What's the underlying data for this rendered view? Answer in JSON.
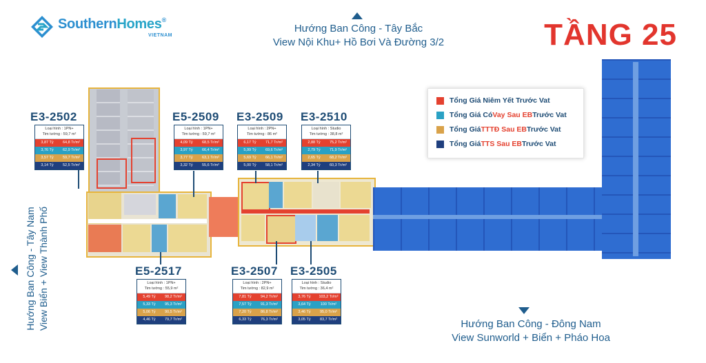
{
  "brand": {
    "name_part1": "Southern",
    "name_part2": "Homes",
    "reg": "®",
    "sub": "VIETNAM"
  },
  "title": "TẦNG 25",
  "directions": {
    "top": {
      "line1": "Hướng Ban Công - Tây Bắc",
      "line2": "View Nội Khu+ Hồ Bơi Và Đường 3/2"
    },
    "left": {
      "line1": "Hướng Ban Công - Tây Nam",
      "line2": "View Biển + View Thành Phố"
    },
    "bottom": {
      "line1": "Hướng Ban Công - Đông Nam",
      "line2": "View Sunworld + Biển + Pháo Hoa"
    }
  },
  "legend": [
    {
      "color": "#e4412f",
      "prefix": "Tổng Giá Niêm Yết Trước Vat",
      "hl": "",
      "suffix": ""
    },
    {
      "color": "#2aa1c4",
      "prefix": "Tổng Giá Có ",
      "hl": "Vay Sau EB",
      "suffix": " Trước Vat"
    },
    {
      "color": "#d9a24a",
      "prefix": "Tổng Giá ",
      "hl": "TTTĐ Sau EB",
      "suffix": " Trước Vat"
    },
    {
      "color": "#1f3f7e",
      "prefix": "Tổng Giá ",
      "hl": "TTS Sau EB",
      "suffix": " Trước Vat"
    }
  ],
  "units": [
    {
      "code": "E3-2502",
      "type": "Loại hình : 1PN+",
      "area": "Tim tường : 59,7 m²",
      "rows": [
        [
          "3,87 Tỷ",
          "64,8 Tr/m²"
        ],
        [
          "3,76 Tỷ",
          "62,9 Tr/m²"
        ],
        [
          "3,57 Tỷ",
          "59,7 Tr/m²"
        ],
        [
          "3,14 Tỷ",
          "52,5 Tr/m²"
        ]
      ]
    },
    {
      "code": "E5-2509",
      "type": "Loại hình : 1PN+",
      "area": "Tim tường : 59,7 m²",
      "rows": [
        [
          "4,09 Tỷ",
          "68,5 Tr/m²"
        ],
        [
          "3,97 Tỷ",
          "66,4 Tr/m²"
        ],
        [
          "3,77 Tỷ",
          "63,1 Tr/m²"
        ],
        [
          "3,32 Tỷ",
          "55,6 Tr/m²"
        ]
      ]
    },
    {
      "code": "E3-2509",
      "type": "Loại hình : 2PN+",
      "area": "Tim tường : 86 m²",
      "rows": [
        [
          "6,17 Tỷ",
          "71,7 Tr/m²"
        ],
        [
          "5,99 Tỷ",
          "69,6 Tr/m²"
        ],
        [
          "5,69 Tỷ",
          "66,1 Tr/m²"
        ],
        [
          "5,00 Tỷ",
          "58,1 Tr/m²"
        ]
      ]
    },
    {
      "code": "E3-2510",
      "type": "Loại hình : Studio",
      "area": "Tim tường : 38,8 m²",
      "rows": [
        [
          "2,88 Tỷ",
          "75,2 Tr/m²"
        ],
        [
          "2,79 Tỷ",
          "71,9 Tr/m²"
        ],
        [
          "2,65 Tỷ",
          "68,2 Tr/m²"
        ],
        [
          "2,34 Tỷ",
          "60,3 Tr/m²"
        ]
      ]
    },
    {
      "code": "E5-2517",
      "type": "Loại hình : 1PN+",
      "area": "Tim tường : 55,9 m²",
      "rows": [
        [
          "5,49 Tỷ",
          "98,2 Tr/m²"
        ],
        [
          "5,33 Tỷ",
          "95,3 Tr/m²"
        ],
        [
          "5,06 Tỷ",
          "90,5 Tr/m²"
        ],
        [
          "4,46 Tỷ",
          "79,7 Tr/m²"
        ]
      ]
    },
    {
      "code": "E3-2507",
      "type": "Loại hình : 2PN+",
      "area": "Tim tường : 82,9 m²",
      "rows": [
        [
          "7,81 Tỷ",
          "94,2 Tr/m²"
        ],
        [
          "7,57 Tỷ",
          "91,3 Tr/m²"
        ],
        [
          "7,20 Tỷ",
          "86,8 Tr/m²"
        ],
        [
          "6,33 Tỷ",
          "76,3 Tr/m²"
        ]
      ]
    },
    {
      "code": "E3-2505",
      "type": "Loại hình : Studio",
      "area": "Tim tường : 36,4 m²",
      "rows": [
        [
          "3,76 Tỷ",
          "103,2 Tr/m²"
        ],
        [
          "3,64 Tỷ",
          "100 Tr/m²"
        ],
        [
          "3,46 Tỷ",
          "95,0 Tr/m²"
        ],
        [
          "3,05 Tỷ",
          "83,7 Tr/m²"
        ]
      ]
    }
  ]
}
